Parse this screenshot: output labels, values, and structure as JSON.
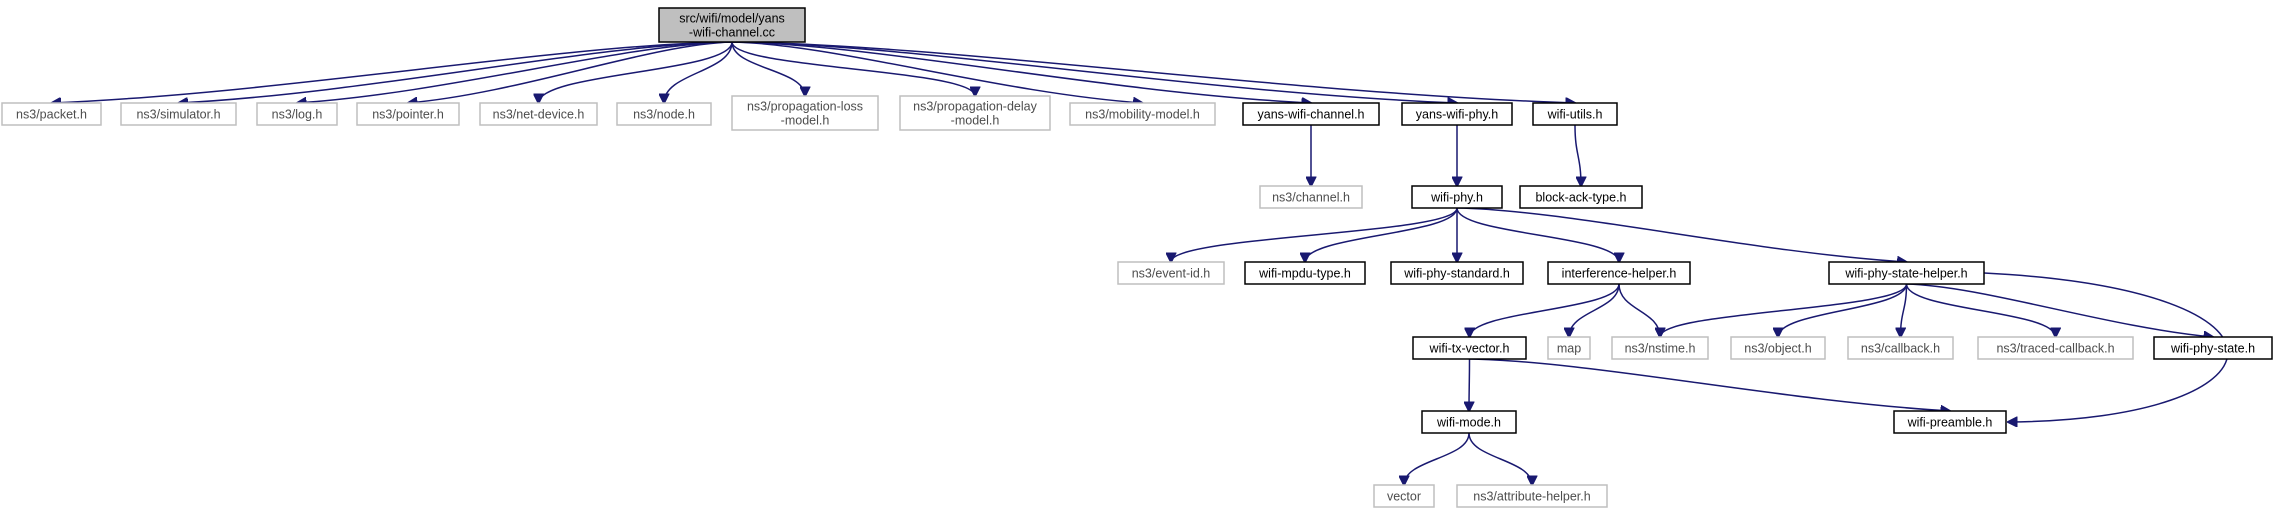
{
  "graph": {
    "colors": {
      "edge": "#191970",
      "root_fill": "#bfbfbf",
      "node_border": "#000000",
      "system_border": "#bfbfbf",
      "system_text": "#4d4d4d"
    },
    "nodes": [
      {
        "id": "root",
        "label": "src/wifi/model/yans\n-wifi-channel.cc",
        "kind": "root"
      },
      {
        "id": "packet",
        "label": "ns3/packet.h",
        "kind": "system"
      },
      {
        "id": "simulator",
        "label": "ns3/simulator.h",
        "kind": "system"
      },
      {
        "id": "log",
        "label": "ns3/log.h",
        "kind": "system"
      },
      {
        "id": "pointer",
        "label": "ns3/pointer.h",
        "kind": "system"
      },
      {
        "id": "netdevice",
        "label": "ns3/net-device.h",
        "kind": "system"
      },
      {
        "id": "node",
        "label": "ns3/node.h",
        "kind": "system"
      },
      {
        "id": "proploss",
        "label": "ns3/propagation-loss\n-model.h",
        "kind": "system"
      },
      {
        "id": "propdelay",
        "label": "ns3/propagation-delay\n-model.h",
        "kind": "system"
      },
      {
        "id": "mobility",
        "label": "ns3/mobility-model.h",
        "kind": "system"
      },
      {
        "id": "yanschannel",
        "label": "yans-wifi-channel.h",
        "kind": "local"
      },
      {
        "id": "yansphy",
        "label": "yans-wifi-phy.h",
        "kind": "local"
      },
      {
        "id": "wifiutils",
        "label": "wifi-utils.h",
        "kind": "local"
      },
      {
        "id": "channel",
        "label": "ns3/channel.h",
        "kind": "system"
      },
      {
        "id": "wifiphy",
        "label": "wifi-phy.h",
        "kind": "local"
      },
      {
        "id": "blockack",
        "label": "block-ack-type.h",
        "kind": "local"
      },
      {
        "id": "eventid",
        "label": "ns3/event-id.h",
        "kind": "system"
      },
      {
        "id": "mpdutype",
        "label": "wifi-mpdu-type.h",
        "kind": "local"
      },
      {
        "id": "phystandard",
        "label": "wifi-phy-standard.h",
        "kind": "local"
      },
      {
        "id": "interference",
        "label": "interference-helper.h",
        "kind": "local"
      },
      {
        "id": "statehelper",
        "label": "wifi-phy-state-helper.h",
        "kind": "local"
      },
      {
        "id": "txvector",
        "label": "wifi-tx-vector.h",
        "kind": "local"
      },
      {
        "id": "map",
        "label": "map",
        "kind": "system"
      },
      {
        "id": "nstime",
        "label": "ns3/nstime.h",
        "kind": "system"
      },
      {
        "id": "object",
        "label": "ns3/object.h",
        "kind": "system"
      },
      {
        "id": "callback",
        "label": "ns3/callback.h",
        "kind": "system"
      },
      {
        "id": "tracedcb",
        "label": "ns3/traced-callback.h",
        "kind": "system"
      },
      {
        "id": "physstate",
        "label": "wifi-phy-state.h",
        "kind": "local"
      },
      {
        "id": "wifimode",
        "label": "wifi-mode.h",
        "kind": "local"
      },
      {
        "id": "preamble",
        "label": "wifi-preamble.h",
        "kind": "local"
      },
      {
        "id": "vector",
        "label": "vector",
        "kind": "system"
      },
      {
        "id": "attrhelper",
        "label": "ns3/attribute-helper.h",
        "kind": "system"
      }
    ],
    "edges": [
      [
        "root",
        "packet"
      ],
      [
        "root",
        "simulator"
      ],
      [
        "root",
        "log"
      ],
      [
        "root",
        "pointer"
      ],
      [
        "root",
        "netdevice"
      ],
      [
        "root",
        "node"
      ],
      [
        "root",
        "proploss"
      ],
      [
        "root",
        "propdelay"
      ],
      [
        "root",
        "mobility"
      ],
      [
        "root",
        "yanschannel"
      ],
      [
        "root",
        "yansphy"
      ],
      [
        "root",
        "wifiutils"
      ],
      [
        "yanschannel",
        "channel"
      ],
      [
        "yansphy",
        "wifiphy"
      ],
      [
        "wifiutils",
        "blockack"
      ],
      [
        "wifiphy",
        "eventid"
      ],
      [
        "wifiphy",
        "mpdutype"
      ],
      [
        "wifiphy",
        "phystandard"
      ],
      [
        "wifiphy",
        "interference"
      ],
      [
        "wifiphy",
        "statehelper"
      ],
      [
        "interference",
        "txvector"
      ],
      [
        "interference",
        "map"
      ],
      [
        "interference",
        "nstime"
      ],
      [
        "statehelper",
        "nstime"
      ],
      [
        "statehelper",
        "object"
      ],
      [
        "statehelper",
        "callback"
      ],
      [
        "statehelper",
        "tracedcb"
      ],
      [
        "statehelper",
        "physstate"
      ],
      [
        "statehelper",
        "preamble"
      ],
      [
        "txvector",
        "wifimode"
      ],
      [
        "txvector",
        "preamble"
      ],
      [
        "wifimode",
        "vector"
      ],
      [
        "wifimode",
        "attrhelper"
      ]
    ]
  }
}
